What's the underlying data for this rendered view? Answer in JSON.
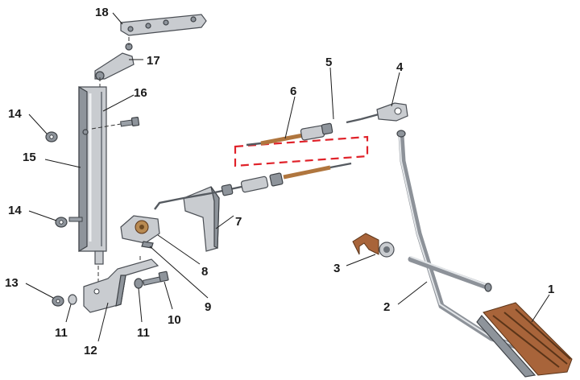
{
  "callouts": {
    "n1": "1",
    "n2": "2",
    "n3": "3",
    "n4": "4",
    "n5": "5",
    "n6": "6",
    "n7": "7",
    "n8": "8",
    "n9": "9",
    "n10": "10",
    "n11a": "11",
    "n11b": "11",
    "n12": "12",
    "n13": "13",
    "n14a": "14",
    "n14b": "14",
    "n15": "15",
    "n16": "16",
    "n17": "17",
    "n18": "18"
  },
  "colors": {
    "highlight_frame": "#e0222a",
    "metal": "#c9ccd0",
    "thread": "#b0763e",
    "pedal_pad": "#a8643a"
  }
}
